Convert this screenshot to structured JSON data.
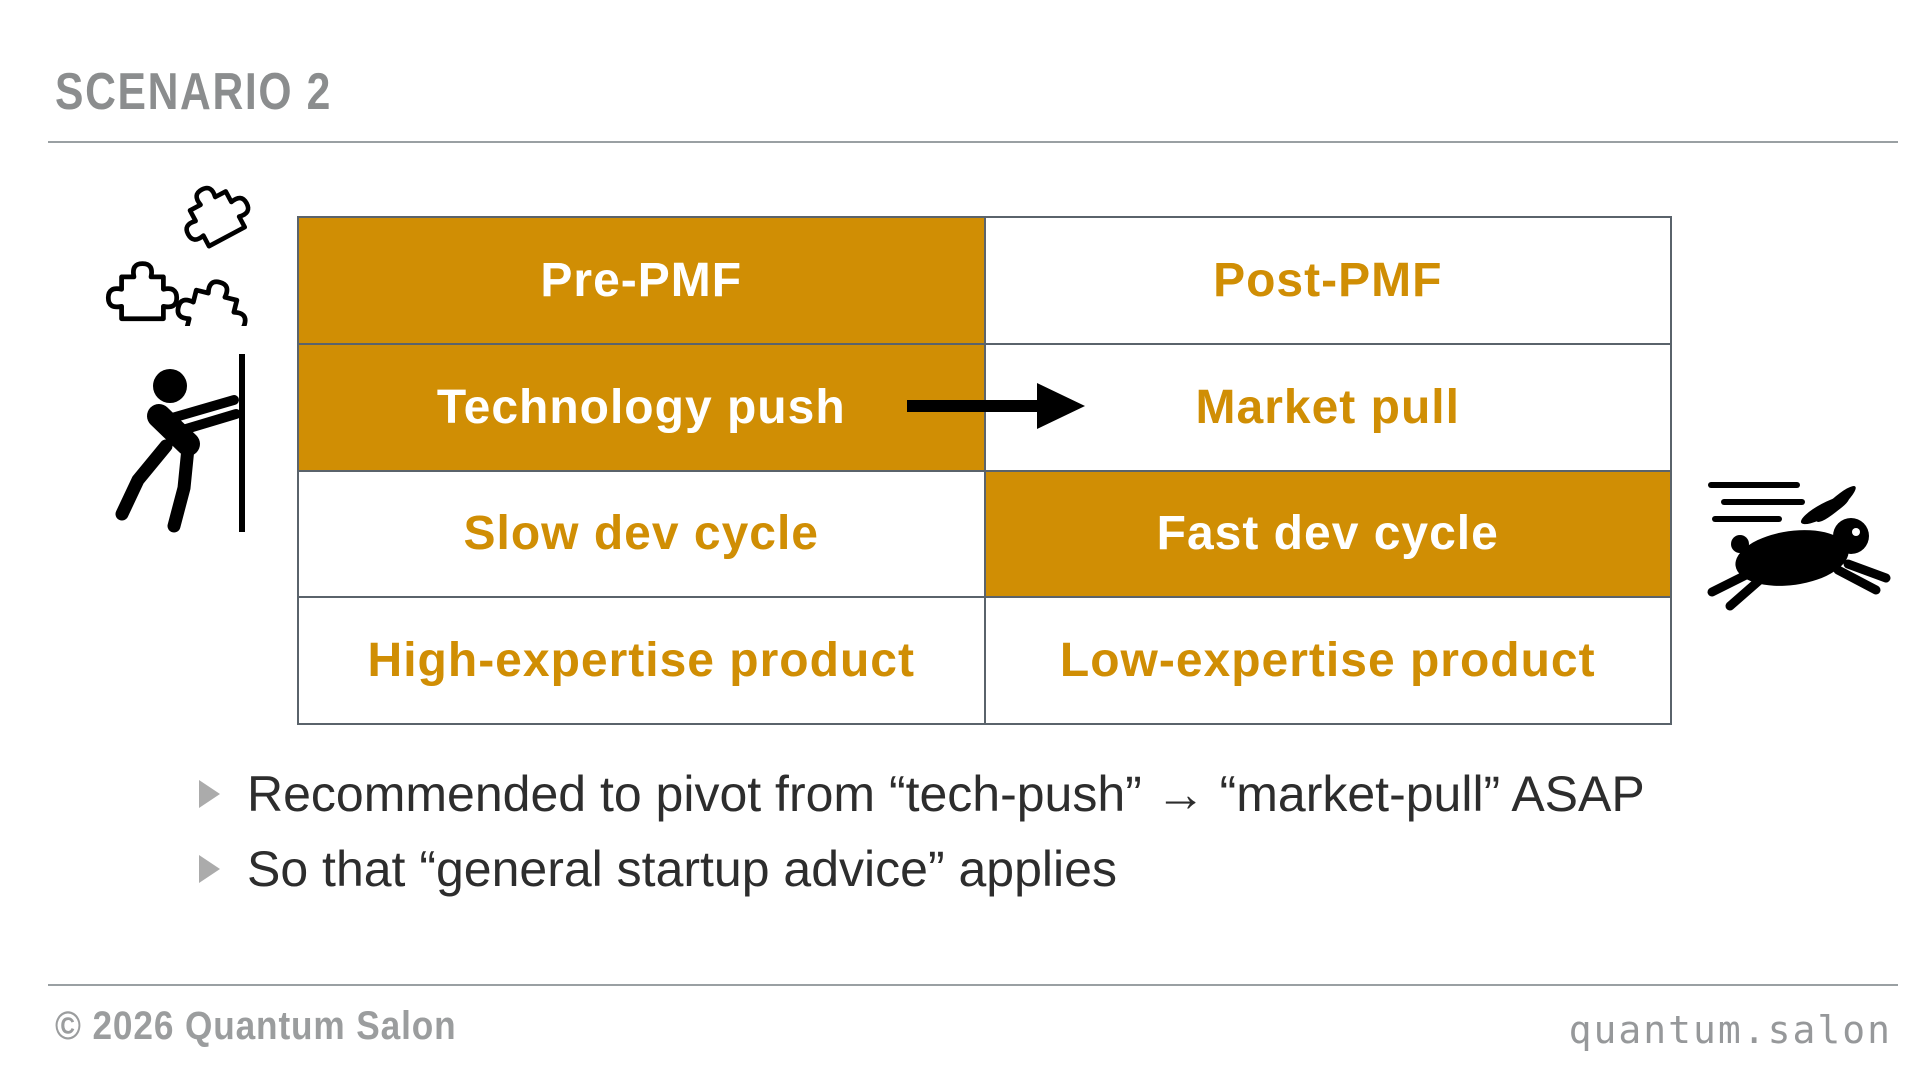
{
  "slide": {
    "title": "SCENARIO 2",
    "footer_left": "© 2026 Quantum Salon",
    "footer_right": "quantum.salon"
  },
  "table": {
    "columns": [
      "Pre-PMF",
      "Post-PMF"
    ],
    "rows": [
      {
        "left": {
          "text": "Pre-PMF",
          "filled": true
        },
        "right": {
          "text": "Post-PMF",
          "filled": false
        }
      },
      {
        "left": {
          "text": "Technology push",
          "filled": true
        },
        "right": {
          "text": "Market pull",
          "filled": false
        }
      },
      {
        "left": {
          "text": "Slow dev cycle",
          "filled": false
        },
        "right": {
          "text": "Fast dev cycle",
          "filled": true
        }
      },
      {
        "left": {
          "text": "High-expertise product",
          "filled": false
        },
        "right": {
          "text": "Low-expertise product",
          "filled": false
        }
      }
    ]
  },
  "bullets": [
    "Recommended to pivot from “tech-push” → “market-pull” ASAP",
    "So that “general startup advice” applies"
  ],
  "icons": {
    "top_left": "puzzle-pieces-icon",
    "mid_left": "person-pushing-wall-icon",
    "right": "running-hare-icon",
    "row2_overlay": "black-right-arrow-icon"
  },
  "colors": {
    "accent_gold": "#d08e04",
    "table_border": "#5a636b",
    "title_gray": "#8b8d8e",
    "footer_gray": "#9b9d9e",
    "bullet_marker_gray": "#ababab",
    "body_text": "#2d2d2d",
    "arrow_black": "#000000"
  }
}
